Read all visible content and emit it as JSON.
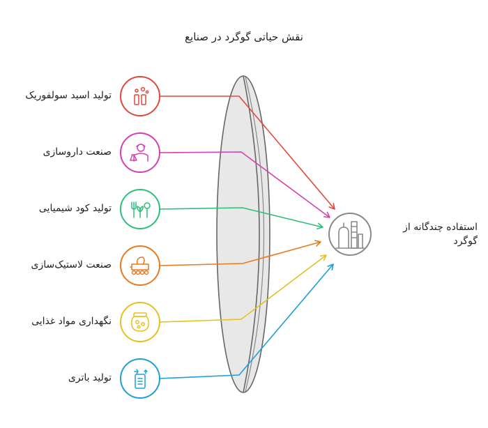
{
  "title": "نقش حیاتی گوگرد در صنایع",
  "target": {
    "label": "استفاده چندگانه از گوگرد",
    "icon": "industrial-plant-icon",
    "color": "#888888"
  },
  "sources": [
    {
      "label": "تولید اسید سولفوریک",
      "icon": "sulfuric-acid-icon",
      "color": "#e0483b"
    },
    {
      "label": "صنعت داروسازی",
      "icon": "pharmacist-icon",
      "color": "#d63fb0"
    },
    {
      "label": "تولید کود شیمیایی",
      "icon": "fertilizer-plant-icon",
      "color": "#2cbf7a"
    },
    {
      "label": "صنعت لاستیک‌سازی",
      "icon": "rubber-industry-icon",
      "color": "#e67a1e"
    },
    {
      "label": "نگهداری مواد غذایی",
      "icon": "food-jar-icon",
      "color": "#e6c020"
    },
    {
      "label": "تولید باتری",
      "icon": "battery-icon",
      "color": "#1e9fd6"
    }
  ]
}
